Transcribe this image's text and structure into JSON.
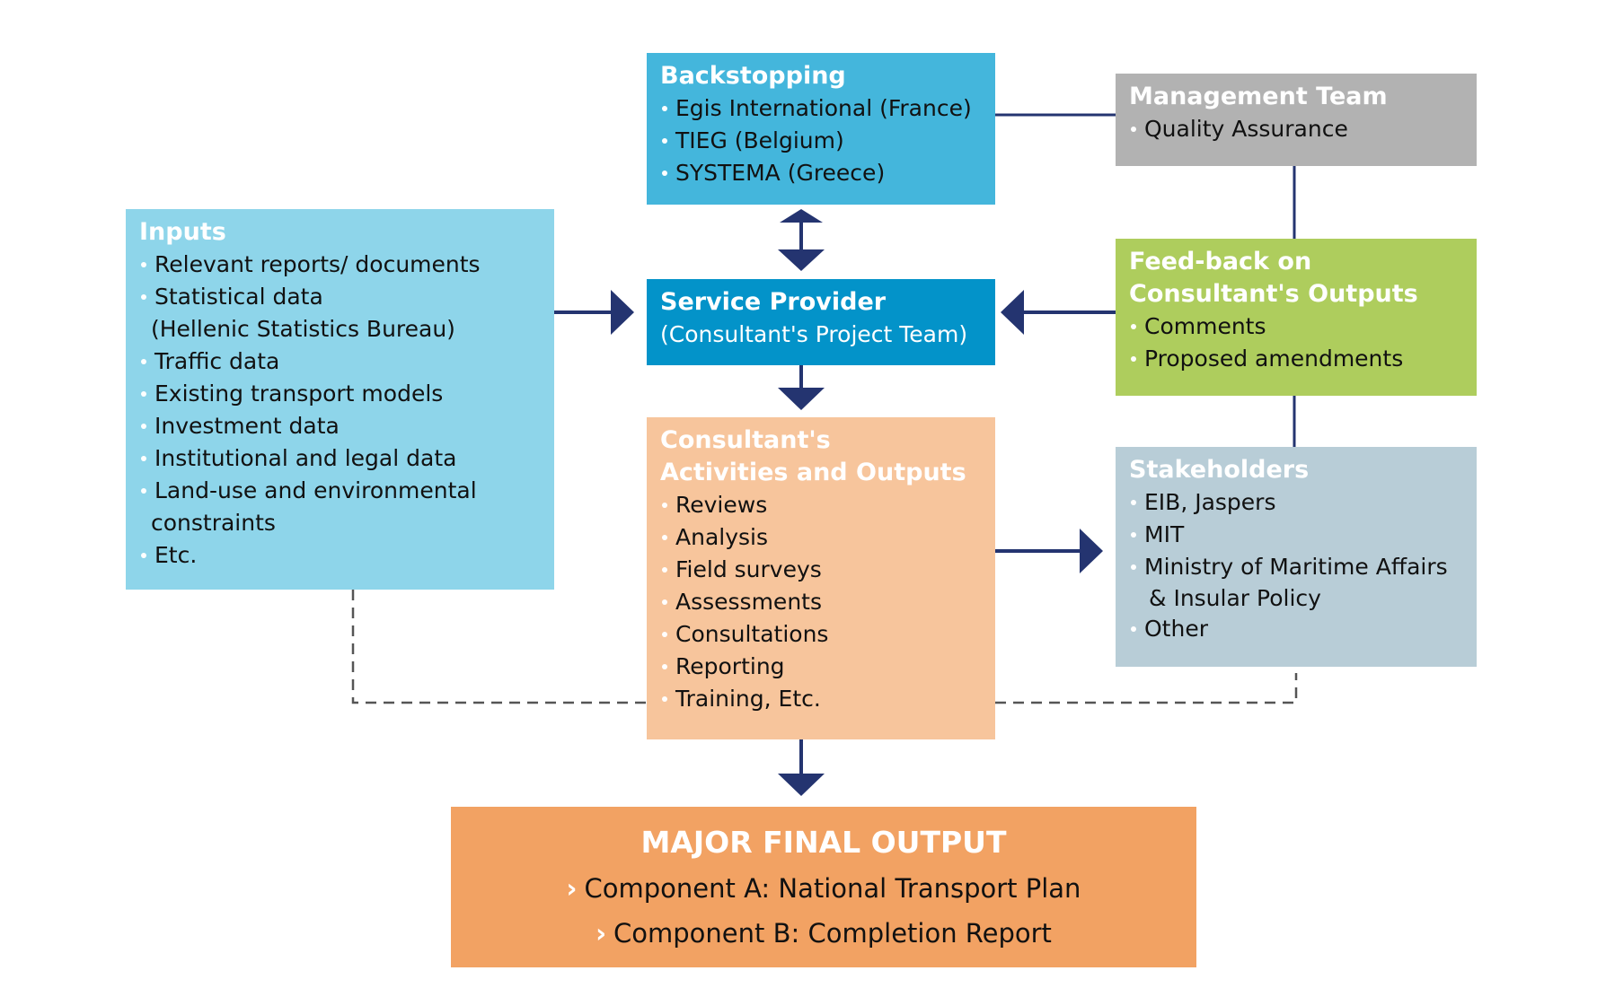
{
  "colors": {
    "connector": "#243470",
    "dashed": "#555555",
    "backstopping": "#44b6dc",
    "management": "#b2b2b2",
    "inputs": "#8ed5ea",
    "service": "#0393c9",
    "feedback": "#aecd5d",
    "activities": "#f7c59c",
    "stakeholders": "#b8cdd7",
    "final": "#f2a263"
  },
  "backstopping": {
    "title": "Backstopping",
    "items": [
      "Egis International (France)",
      "TIEG (Belgium)",
      "SYSTEMA (Greece)"
    ]
  },
  "management": {
    "title": "Management Team",
    "items": [
      "Quality Assurance"
    ]
  },
  "inputs": {
    "title": "Inputs",
    "items": [
      "Relevant reports/ documents",
      "Statistical data",
      "(Hellenic Statistics Bureau)",
      "Traffic data",
      "Existing transport models",
      "Investment data",
      "Institutional and legal data",
      "Land-use and environmental",
      "constraints",
      "Etc."
    ]
  },
  "service": {
    "title": "Service Provider",
    "subtitle": "(Consultant's Project Team)"
  },
  "feedback": {
    "title_line1": "Feed-back on",
    "title_line2": "Consultant's Outputs",
    "items": [
      "Comments",
      "Proposed amendments"
    ]
  },
  "activities": {
    "title_line1": "Consultant's",
    "title_line2": "Activities and Outputs",
    "items": [
      "Reviews",
      "Analysis",
      "Field surveys",
      "Assessments",
      "Consultations",
      "Reporting",
      "Training,  Etc."
    ]
  },
  "stakeholders": {
    "title": "Stakeholders",
    "items": [
      "EIB, Jaspers",
      "MIT",
      "Ministry of Maritime Affairs",
      "& Insular Policy",
      "Other"
    ]
  },
  "final": {
    "title": "MAJOR FINAL OUTPUT",
    "chevron": "›",
    "components": [
      "Component A: National Transport Plan",
      "Component B: Completion Report"
    ]
  }
}
